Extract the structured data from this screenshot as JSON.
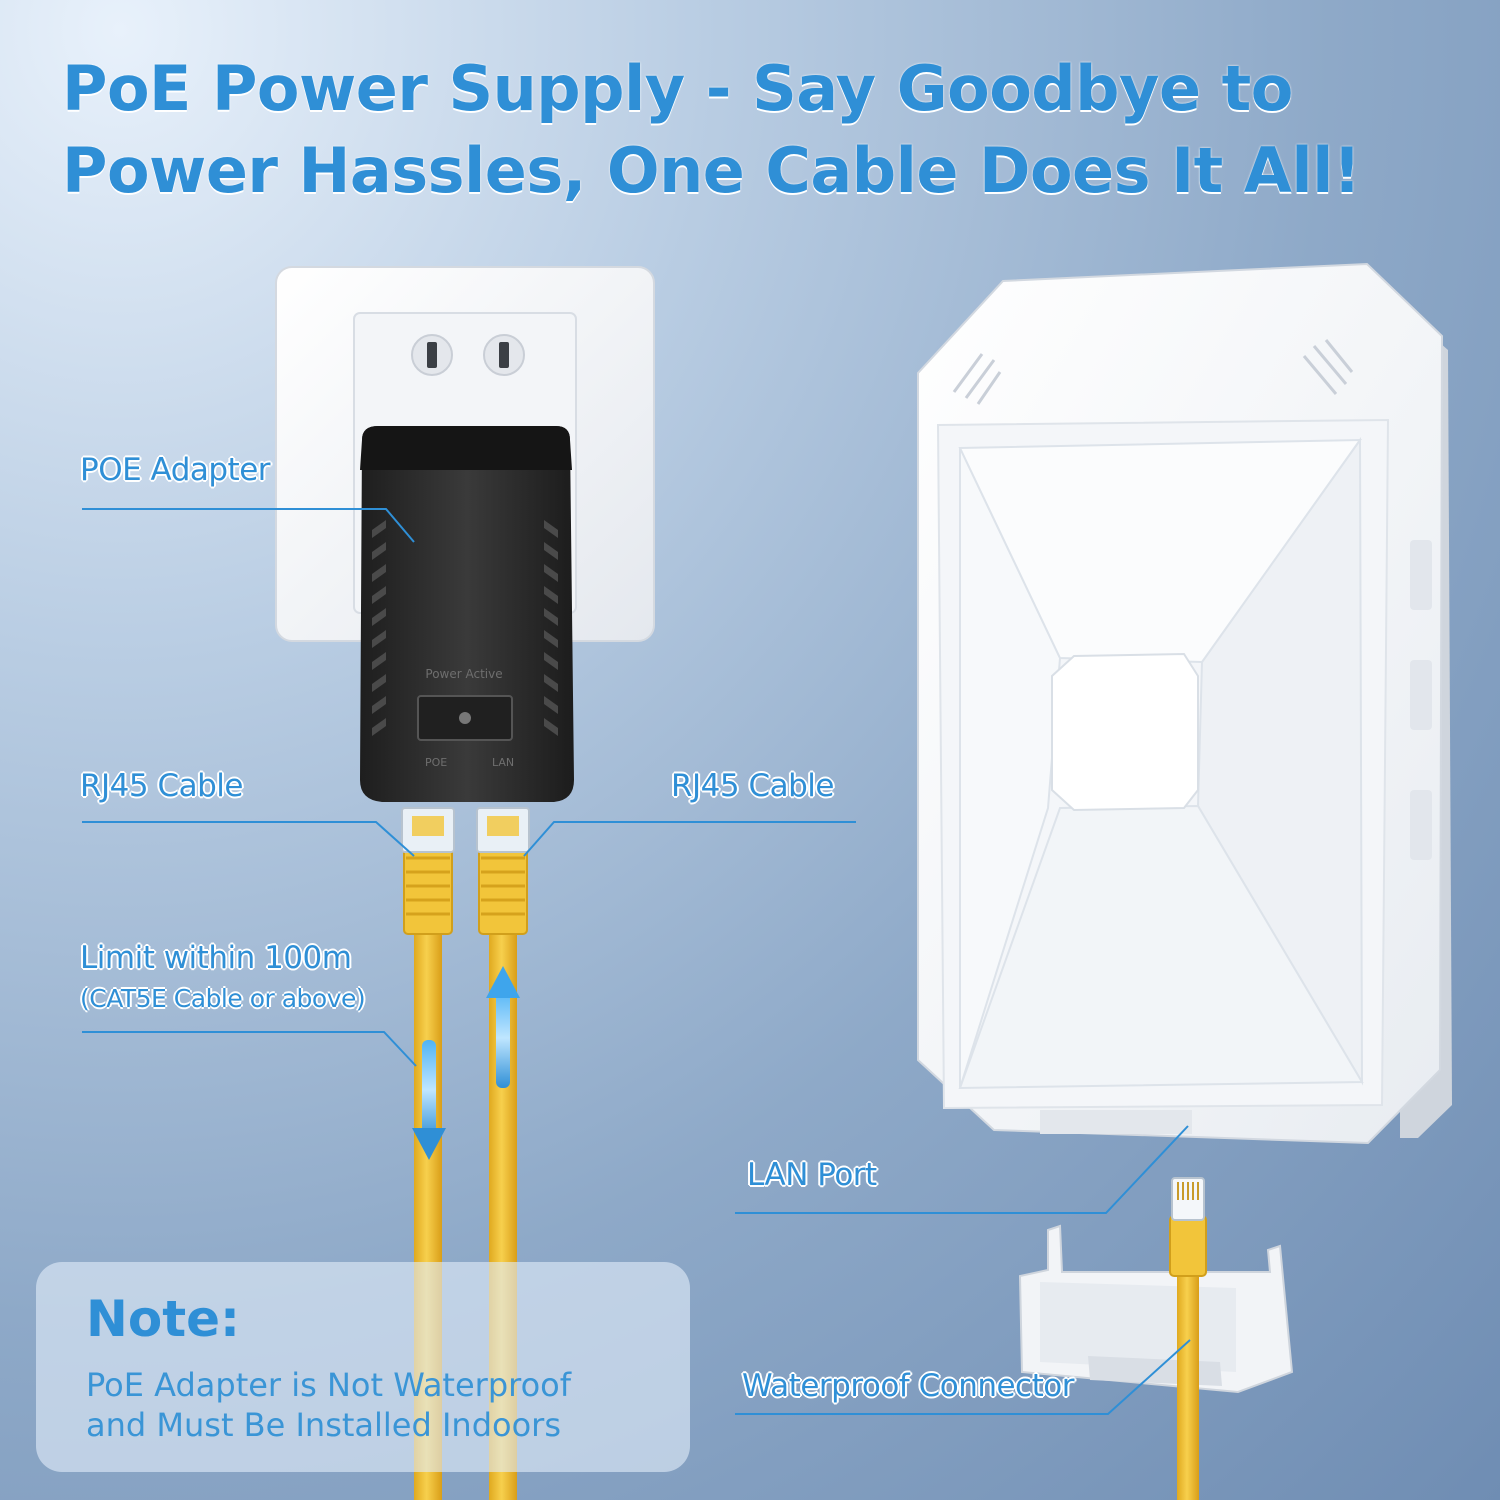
{
  "headline": {
    "line1": "PoE Power Supply - Say Goodbye to",
    "line2": "Power Hassles, One Cable Does It All!"
  },
  "callouts": {
    "poe_adapter": "POE Adapter",
    "rj45_left": "RJ45 Cable",
    "rj45_right": "RJ45 Cable",
    "limit": "Limit within 100m",
    "limit_detail": "(CAT5E Cable or above)",
    "lan_port": "LAN Port",
    "waterproof_connector": "Waterproof Connector"
  },
  "adapter_markings": {
    "panel_text": "Power Active",
    "port_left": "POE",
    "port_right": "LAN"
  },
  "note": {
    "title": "Note:",
    "line1": "PoE Adapter is Not Waterproof",
    "line2": "and Must Be Installed Indoors"
  },
  "colors": {
    "accent_blue": "#2f8fd6",
    "cable_yellow": "#f3c53a",
    "adapter_black": "#2b2b2b"
  }
}
